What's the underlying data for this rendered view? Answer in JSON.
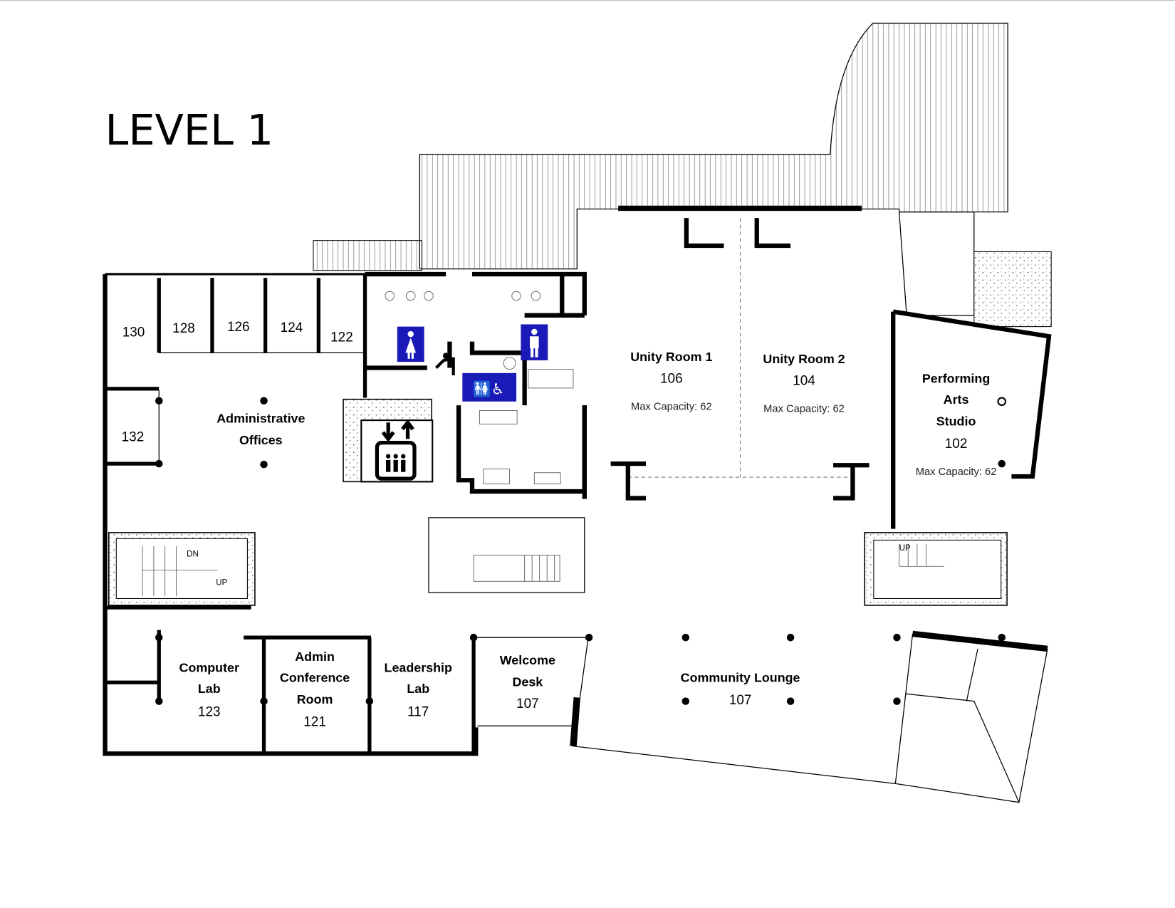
{
  "title": "LEVEL 1",
  "rooms": {
    "r130": "130",
    "r128": "128",
    "r126": "126",
    "r124": "124",
    "r122": "122",
    "r132": "132",
    "admin_offices": [
      "Administrative",
      "Offices"
    ],
    "unity1": {
      "name": "Unity Room 1",
      "number": "106",
      "capacity": "Max Capacity: 62"
    },
    "unity2": {
      "name": "Unity Room 2",
      "number": "104",
      "capacity": "Max Capacity: 62"
    },
    "pas": {
      "name": [
        "Performing",
        "Arts",
        "Studio"
      ],
      "number": "102",
      "capacity": "Max Capacity: 62"
    },
    "computer_lab": {
      "name": [
        "Computer",
        "Lab"
      ],
      "number": "123"
    },
    "admin_conf": {
      "name": [
        "Admin",
        "Conference",
        "Room"
      ],
      "number": "121"
    },
    "leadership": {
      "name": [
        "Leadership",
        "Lab"
      ],
      "number": "117"
    },
    "welcome": {
      "name": [
        "Welcome",
        "Desk"
      ],
      "number": "107"
    },
    "lounge": {
      "name": "Community Lounge",
      "number": "107"
    }
  },
  "stairs": {
    "dn": "DN",
    "up": "UP",
    "up_right": "UP"
  },
  "icons": [
    "womens-restroom-icon",
    "mens-restroom-icon",
    "family-accessible-restroom-icon",
    "elevator-icon",
    "water-fountain-icon"
  ],
  "colors": {
    "sign_blue": "#1a1ab8"
  }
}
